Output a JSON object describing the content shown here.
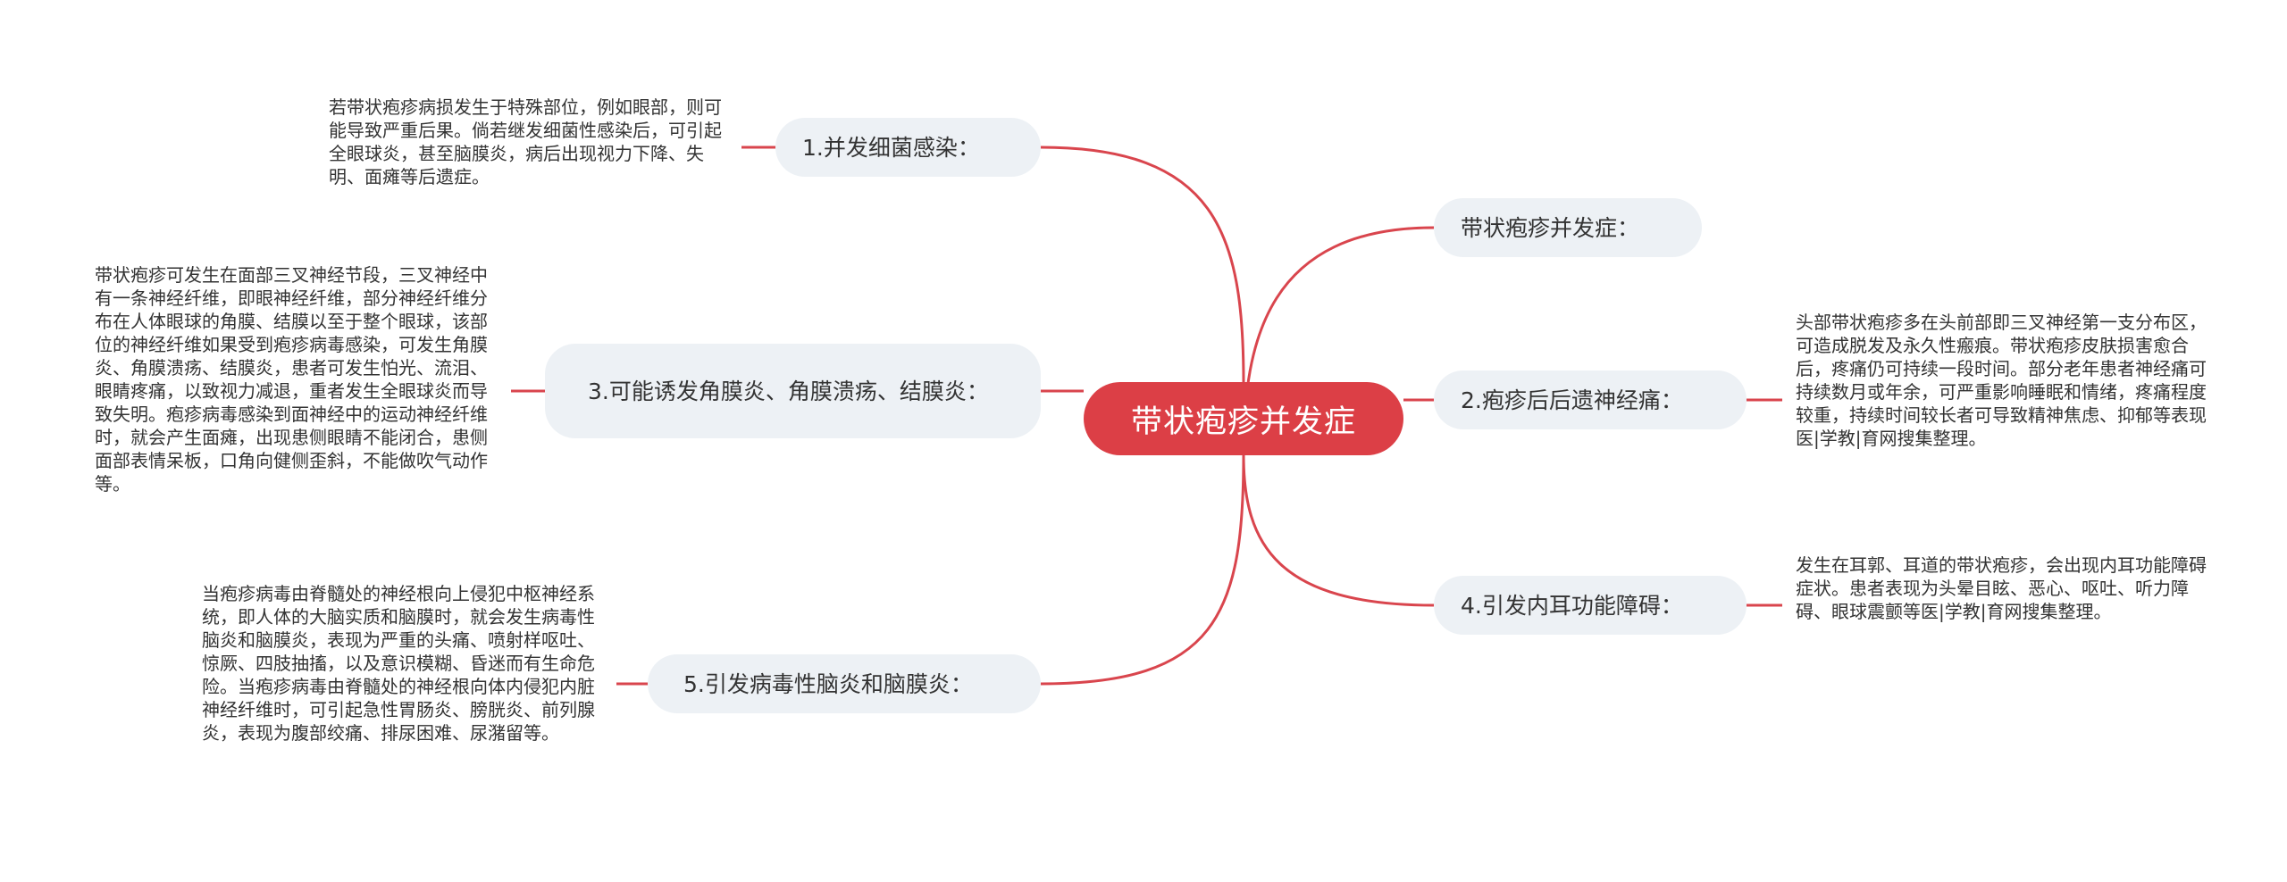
{
  "center": {
    "label": "带状疱疹并发症"
  },
  "branches": [
    {
      "label": "带状疱疹并发症：",
      "note": ""
    },
    {
      "label": "2.疱疹后后遗神经痛：",
      "note": "头部带状疱疹多在头前部即三叉神经第一支分布区，可造成脱发及永久性瘢痕。带状疱疹皮肤损害愈合后，疼痛仍可持续一段时间。部分老年患者神经痛可持续数月或年余，可严重影响睡眠和情绪，疼痛程度较重，持续时间较长者可导致精神焦虑、抑郁等表现医|学教|育网搜集整理。"
    },
    {
      "label": "4.引发内耳功能障碍：",
      "note": "发生在耳郭、耳道的带状疱疹，会出现内耳功能障碍症状。患者表现为头晕目眩、恶心、呕吐、听力障碍、眼球震颤等医|学教|育网搜集整理。"
    },
    {
      "label": "1.并发细菌感染：",
      "note": "若带状疱疹病损发生于特殊部位，例如眼部，则可能导致严重后果。倘若继发细菌性感染后，可引起全眼球炎，甚至脑膜炎，病后出现视力下降、失明、面瘫等后遗症。"
    },
    {
      "label": "3.可能诱发角膜炎、角膜溃疡、结膜炎：",
      "note": "带状疱疹可发生在面部三叉神经节段，三叉神经中有一条神经纤维，即眼神经纤维，部分神经纤维分布在人体眼球的角膜、结膜以至于整个眼球，该部位的神经纤维如果受到疱疹病毒感染，可发生角膜炎、角膜溃疡、结膜炎，患者可发生怕光、流泪、眼睛疼痛，以致视力减退，重者发生全眼球炎而导致失明。疱疹病毒感染到面神经中的运动神经纤维时，就会产生面瘫，出现患侧眼睛不能闭合，患侧面部表情呆板，口角向健侧歪斜，不能做吹气动作等。"
    },
    {
      "label": "5.引发病毒性脑炎和脑膜炎：",
      "note": "当疱疹病毒由脊髓处的神经根向上侵犯中枢神经系统，即人体的大脑实质和脑膜时，就会发生病毒性脑炎和脑膜炎，表现为严重的头痛、喷射样呕吐、惊厥、四肢抽搐，以及意识模糊、昏迷而有生命危险。当疱疹病毒由脊髓处的神经根向体内侵犯内脏神经纤维时，可引起急性胃肠炎、膀胱炎、前列腺炎，表现为腹部绞痛、排尿困难、尿潴留等。"
    }
  ],
  "colors": {
    "accent": "#dc3f46",
    "topic_bg": "#edf1f5",
    "text": "#333333"
  }
}
